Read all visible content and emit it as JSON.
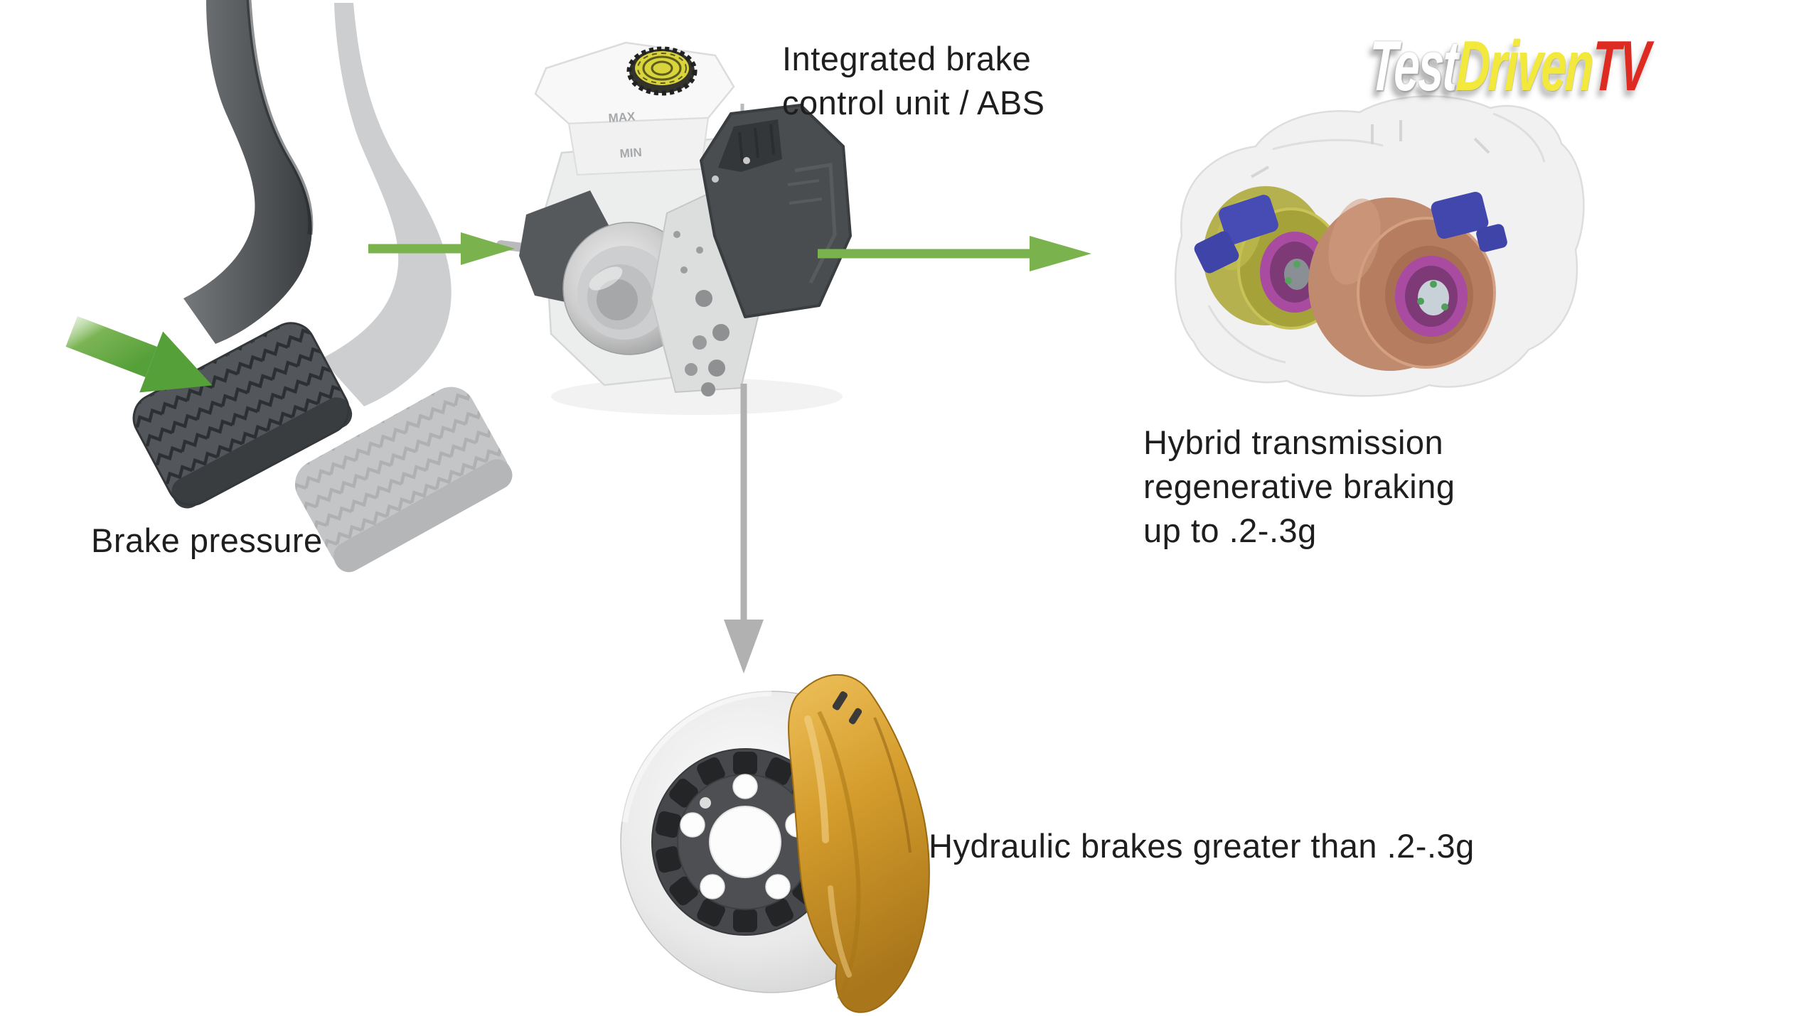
{
  "logo": {
    "part1": "Test",
    "part2": "Driven",
    "part3": "TV",
    "part1_color": "#ffffff",
    "part2_color": "#f2e93c",
    "part3_color": "#dd2b22"
  },
  "labels": {
    "control_unit": {
      "line1": "Integrated brake",
      "line2": "control unit / ABS"
    },
    "brake_pressure": "Brake pressure",
    "hybrid": {
      "line1": "Hybrid transmission",
      "line2": "regenerative braking",
      "line3": "up to .2-.3g"
    },
    "hydraulic": "Hydraulic brakes greater than .2-.3g",
    "reservoir_max": "MAX",
    "reservoir_min": "MIN"
  },
  "colors": {
    "arrow_green": "#7ab24d",
    "arrow_green_dark": "#5ea23e",
    "arrow_gray": "#b1b1b1",
    "caliper_gold": "#d29a2e",
    "text": "#1e1e1e",
    "background": "#ffffff"
  }
}
